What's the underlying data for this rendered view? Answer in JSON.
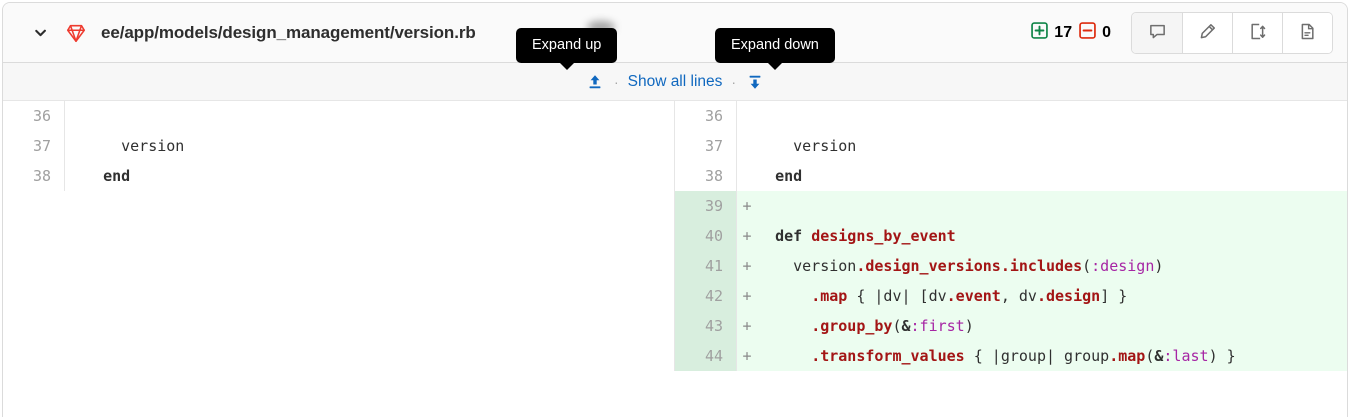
{
  "header": {
    "collapse_icon": "chevron-down-icon",
    "file_type_icon": "ruby-gem-icon",
    "file_path": "ee/app/models/design_management/version.rb",
    "additions_icon": "plus-square-icon",
    "additions_count": "17",
    "deletions_icon": "minus-square-icon",
    "deletions_count": "0",
    "actions": [
      {
        "name": "comment-button",
        "icon": "comment-icon"
      },
      {
        "name": "edit-button",
        "icon": "pencil-icon"
      },
      {
        "name": "compare-button",
        "icon": "file-transfer-icon"
      },
      {
        "name": "view-file-button",
        "icon": "document-icon"
      }
    ],
    "colors": {
      "addition": "#108548",
      "deletion": "#dd2b0e",
      "link": "#1068bf",
      "ruby": "#ee3b2f"
    }
  },
  "expand_row": {
    "expand_up_icon": "expand-up-icon",
    "separator": "·",
    "show_all_lines_label": "Show all lines",
    "expand_down_icon": "expand-down-icon"
  },
  "tooltips": {
    "expand_up": "Expand up",
    "expand_down": "Expand down"
  },
  "diff": {
    "left": [
      {
        "num": "36",
        "sign": "",
        "type": "context",
        "tokens": []
      },
      {
        "num": "37",
        "sign": "",
        "type": "context",
        "tokens": [
          {
            "t": "    version",
            "c": "pl"
          }
        ]
      },
      {
        "num": "38",
        "sign": "",
        "type": "context",
        "tokens": [
          {
            "t": "  ",
            "c": "pl"
          },
          {
            "t": "end",
            "c": "k"
          }
        ]
      }
    ],
    "right": [
      {
        "num": "36",
        "sign": "",
        "type": "context",
        "tokens": []
      },
      {
        "num": "37",
        "sign": "",
        "type": "context",
        "tokens": [
          {
            "t": "    version",
            "c": "pl"
          }
        ]
      },
      {
        "num": "38",
        "sign": "",
        "type": "context",
        "tokens": [
          {
            "t": "  ",
            "c": "pl"
          },
          {
            "t": "end",
            "c": "k"
          }
        ]
      },
      {
        "num": "39",
        "sign": "+",
        "type": "added",
        "tokens": []
      },
      {
        "num": "40",
        "sign": "+",
        "type": "added",
        "tokens": [
          {
            "t": "  ",
            "c": "pl"
          },
          {
            "t": "def",
            "c": "k"
          },
          {
            "t": " ",
            "c": "pl"
          },
          {
            "t": "designs_by_event",
            "c": "fn"
          }
        ]
      },
      {
        "num": "41",
        "sign": "+",
        "type": "added",
        "tokens": [
          {
            "t": "    version",
            "c": "pl"
          },
          {
            "t": ".design_versions.includes",
            "c": "fn"
          },
          {
            "t": "(",
            "c": "pl"
          },
          {
            "t": ":design",
            "c": "sym"
          },
          {
            "t": ")",
            "c": "pl"
          }
        ]
      },
      {
        "num": "42",
        "sign": "+",
        "type": "added",
        "tokens": [
          {
            "t": "      ",
            "c": "pl"
          },
          {
            "t": ".map",
            "c": "fn"
          },
          {
            "t": " { |dv| [dv",
            "c": "pl"
          },
          {
            "t": ".event",
            "c": "fn"
          },
          {
            "t": ", dv",
            "c": "pl"
          },
          {
            "t": ".design",
            "c": "fn"
          },
          {
            "t": "] }",
            "c": "pl"
          }
        ]
      },
      {
        "num": "43",
        "sign": "+",
        "type": "added",
        "tokens": [
          {
            "t": "      ",
            "c": "pl"
          },
          {
            "t": ".group_by",
            "c": "fn"
          },
          {
            "t": "(",
            "c": "pl"
          },
          {
            "t": "&",
            "c": "op"
          },
          {
            "t": ":first",
            "c": "sym"
          },
          {
            "t": ")",
            "c": "pl"
          }
        ]
      },
      {
        "num": "44",
        "sign": "+",
        "type": "added",
        "tokens": [
          {
            "t": "      ",
            "c": "pl"
          },
          {
            "t": ".transform_values",
            "c": "fn"
          },
          {
            "t": " { |group| group",
            "c": "pl"
          },
          {
            "t": ".map",
            "c": "fn"
          },
          {
            "t": "(",
            "c": "pl"
          },
          {
            "t": "&",
            "c": "op"
          },
          {
            "t": ":last",
            "c": "sym"
          },
          {
            "t": ") }",
            "c": "pl"
          }
        ]
      }
    ]
  }
}
